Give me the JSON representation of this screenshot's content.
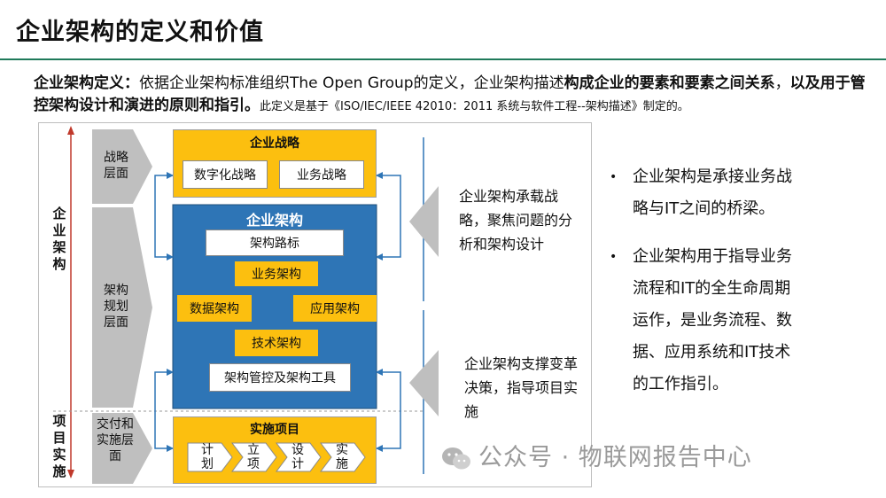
{
  "title": "企业架构的定义和价值",
  "definition": {
    "label": "企业架构定义：",
    "text1": "依据企业架构标准组织The Open Group的定义，企业架构描述",
    "bold1": "构成企业的要素和要素之间关系",
    "text2": "，",
    "bold2": "以及用于管控架构设计和演进的原则和指引。",
    "note": "此定义是基于《ISO/IEC/IEEE 42010：2011 系统与软件工程--架构描述》制定的。"
  },
  "diagram": {
    "left_axis": {
      "top_label": "企业架构",
      "bottom_label": "项目实施"
    },
    "levels": {
      "strategy": "战略层面",
      "planning": "架构规划层面",
      "delivery": "交付和实施层面"
    },
    "strategy_box": {
      "title": "企业战略",
      "items": [
        "数字化战略",
        "业务战略"
      ]
    },
    "ea_box": {
      "title": "企业架构",
      "roadmap": "架构路标",
      "business": "业务架构",
      "data": "数据架构",
      "application": "应用架构",
      "technology": "技术架构",
      "governance": "架构管控及架构工具"
    },
    "project_box": {
      "title": "实施项目",
      "steps": [
        "计划",
        "立项",
        "设计",
        "实施"
      ]
    },
    "side_notes": {
      "upper": "企业架构承载战略，聚焦问题的分析和架构设计",
      "lower": "企业架构支撑变革决策，指导项目实施"
    }
  },
  "bullets": [
    "企业架构是承接业务战略与IT之间的桥梁。",
    "企业架构用于指导业务流程和IT的全生命周期运作，是业务流程、数据、应用系统和IT技术的工作指引。"
  ],
  "watermark": "公众号 · 物联网报告中心",
  "colors": {
    "accent_green": "#1f7a5a",
    "yellow": "#fcbf0f",
    "blue": "#2e75b6",
    "gray_chevron": "#bfbfbf",
    "red_axis": "#c0392b"
  }
}
